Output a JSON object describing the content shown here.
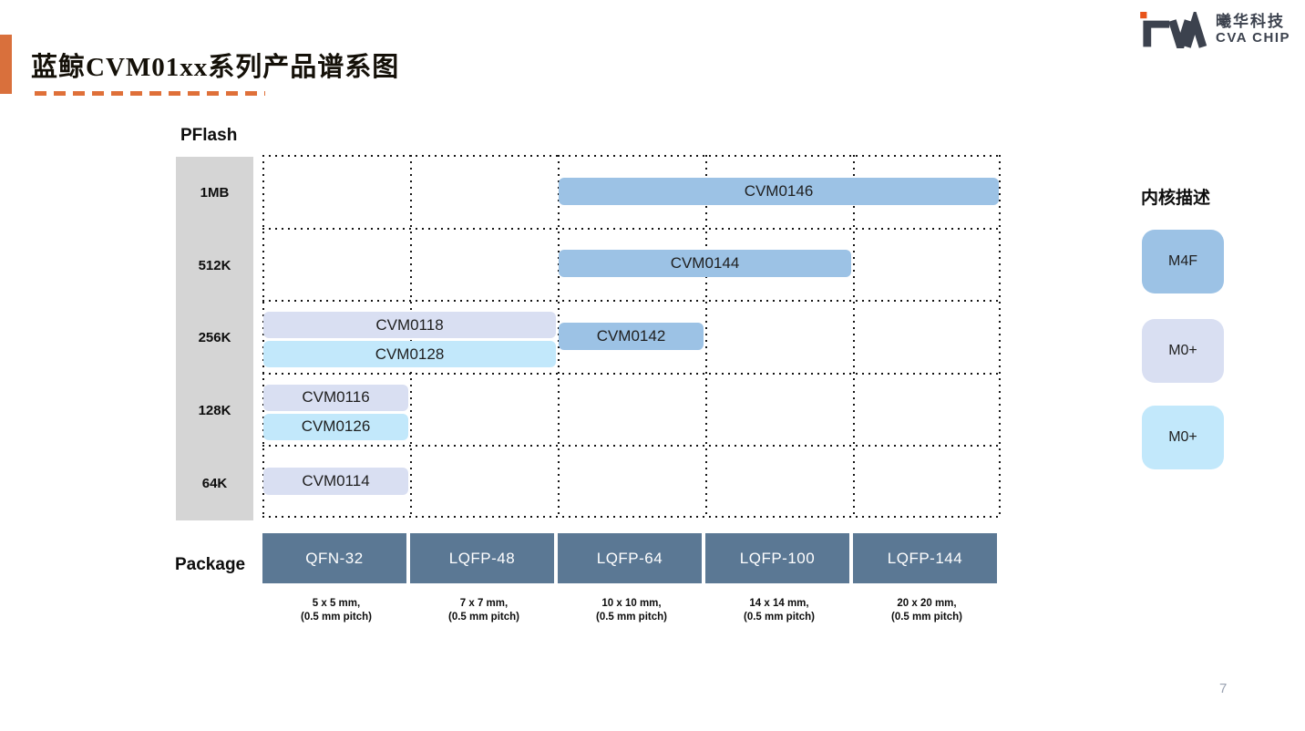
{
  "slide": {
    "title": "蓝鲸CVM01xx系列产品谱系图",
    "page_number": "7"
  },
  "logo": {
    "company_cn": "曦华科技",
    "company_en": "CVA CHIP"
  },
  "colors": {
    "accent_orange": "#D9703C",
    "logo_dark": "#3C424E",
    "logo_orange": "#E8541A",
    "m4f_blue": "#9CC2E5",
    "m0p_lavender": "#D9DFF2",
    "m0p_cyan": "#C2E8FB",
    "package_header": "#5B7894",
    "axis_band_gray": "#D5D5D5"
  },
  "chart_data": {
    "type": "table",
    "title": "蓝鲸CVM01xx系列产品谱系图",
    "y_axis": {
      "label": "PFlash",
      "categories": [
        "1MB",
        "512K",
        "256K",
        "128K",
        "64K"
      ]
    },
    "x_axis": {
      "label": "Package",
      "categories": [
        "QFN-32",
        "LQFP-48",
        "LQFP-64",
        "LQFP-100",
        "LQFP-144"
      ],
      "package_sizes": [
        "5 x 5 mm,",
        "7 x 7 mm,",
        "10 x 10 mm,",
        "14 x 14 mm,",
        "20 x 20 mm,"
      ],
      "package_pitches": [
        "(0.5 mm pitch)",
        "(0.5 mm pitch)",
        "(0.5 mm pitch)",
        "(0.5 mm pitch)",
        "(0.5 mm pitch)"
      ]
    },
    "products": [
      {
        "name": "CVM0146",
        "core": "M4F",
        "pflash": "1MB",
        "package_from": "LQFP-64",
        "package_to": "LQFP-144",
        "row": 0,
        "col": 2,
        "span": 3,
        "slot": "center",
        "color_key": "m4f_blue"
      },
      {
        "name": "CVM0144",
        "core": "M4F",
        "pflash": "512K",
        "package_from": "LQFP-64",
        "package_to": "LQFP-100",
        "row": 1,
        "col": 2,
        "span": 2,
        "slot": "center",
        "color_key": "m4f_blue"
      },
      {
        "name": "CVM0118",
        "core": "M0+",
        "pflash": "256K",
        "package_from": "QFN-32",
        "package_to": "LQFP-48",
        "row": 2,
        "col": 0,
        "span": 2,
        "slot": "top",
        "color_key": "m0p_lavender"
      },
      {
        "name": "CVM0128",
        "core": "M0+",
        "pflash": "256K",
        "package_from": "QFN-32",
        "package_to": "LQFP-48",
        "row": 2,
        "col": 0,
        "span": 2,
        "slot": "bottom",
        "color_key": "m0p_cyan"
      },
      {
        "name": "CVM0142",
        "core": "M4F",
        "pflash": "256K",
        "package_from": "LQFP-64",
        "package_to": "LQFP-64",
        "row": 2,
        "col": 2,
        "span": 1,
        "slot": "center",
        "color_key": "m4f_blue"
      },
      {
        "name": "CVM0116",
        "core": "M0+",
        "pflash": "128K",
        "package_from": "QFN-32",
        "package_to": "QFN-32",
        "row": 3,
        "col": 0,
        "span": 1,
        "slot": "top",
        "color_key": "m0p_lavender"
      },
      {
        "name": "CVM0126",
        "core": "M0+",
        "pflash": "128K",
        "package_from": "QFN-32",
        "package_to": "QFN-32",
        "row": 3,
        "col": 0,
        "span": 1,
        "slot": "bottom",
        "color_key": "m0p_cyan"
      },
      {
        "name": "CVM0114",
        "core": "M0+",
        "pflash": "64K",
        "package_from": "QFN-32",
        "package_to": "QFN-32",
        "row": 4,
        "col": 0,
        "span": 1,
        "slot": "center",
        "color_key": "m0p_lavender"
      }
    ],
    "legend": {
      "title": "内核描述",
      "items": [
        {
          "label": "M4F",
          "color_key": "m4f_blue"
        },
        {
          "label": "M0+",
          "color_key": "m0p_lavender"
        },
        {
          "label": "M0+",
          "color_key": "m0p_cyan"
        }
      ]
    },
    "grid": "dotted",
    "legend_position": "right"
  }
}
